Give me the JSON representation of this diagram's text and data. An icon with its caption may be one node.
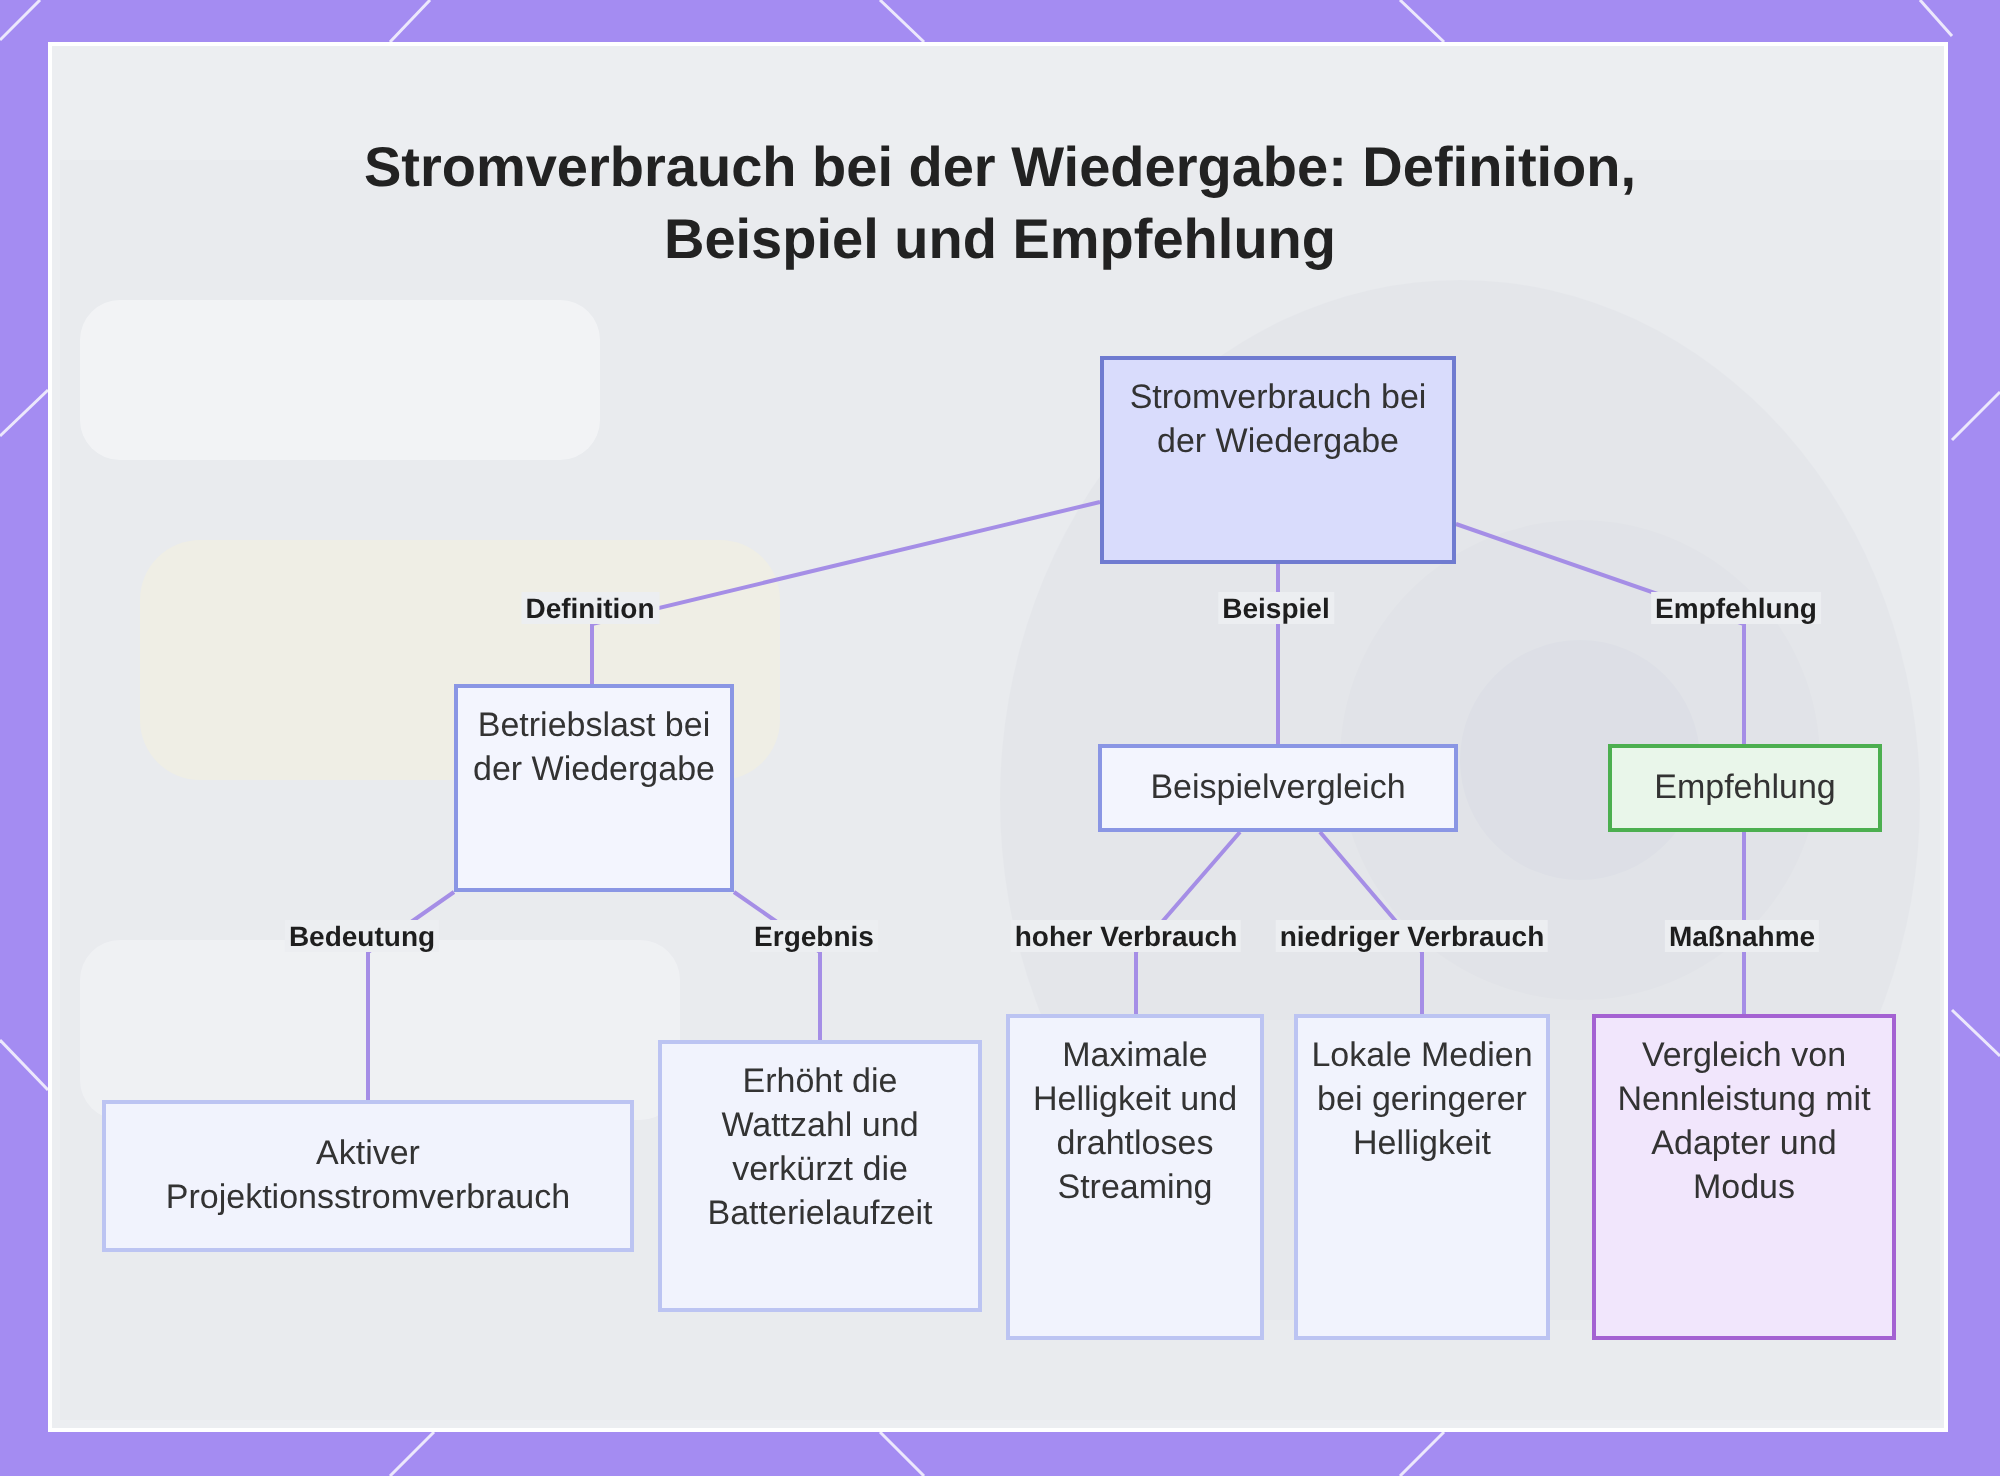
{
  "diagram": {
    "title": "Stromverbrauch bei der Wiedergabe: Definition, Beispiel und Empfehlung",
    "nodes": [
      {
        "text": [
          "Stromverbrauch bei der Wiedergabe"
        ]
      },
      {
        "text": [
          "Betriebslast bei der Wiedergabe"
        ]
      },
      {
        "text": [
          "Beispielvergleich"
        ]
      },
      {
        "text": [
          "Empfehlung"
        ]
      },
      {
        "text": [
          "Aktiver Projektionsstromverbrauch"
        ]
      },
      {
        "text": [
          "Erhöht die Wattzahl und verkürzt die Batterielaufzeit"
        ]
      },
      {
        "text": [
          "Maximale Helligkeit und drahtloses Streaming"
        ]
      },
      {
        "text": [
          "Lokale Medien bei geringerer Helligkeit"
        ]
      },
      {
        "text": [
          "Vergleich von Nennleistung mit Adapter und Modus"
        ]
      }
    ],
    "edges": [
      {
        "from": 0,
        "to": 1,
        "arrow": "none",
        "label": "Definition"
      },
      {
        "from": 0,
        "to": 2,
        "arrow": "none",
        "label": "Beispiel"
      },
      {
        "from": 0,
        "to": 3,
        "arrow": "none",
        "label": "Empfehlung"
      },
      {
        "from": 1,
        "to": 4,
        "arrow": "none",
        "label": "Bedeutung"
      },
      {
        "from": 1,
        "to": 5,
        "arrow": "none",
        "label": "Ergebnis"
      },
      {
        "from": 2,
        "to": 6,
        "arrow": "none",
        "label": "hoher Verbrauch"
      },
      {
        "from": 2,
        "to": 7,
        "arrow": "none",
        "label": "niedriger Verbrauch"
      },
      {
        "from": 3,
        "to": 8,
        "arrow": "none",
        "label": "Maßnahme"
      }
    ]
  }
}
